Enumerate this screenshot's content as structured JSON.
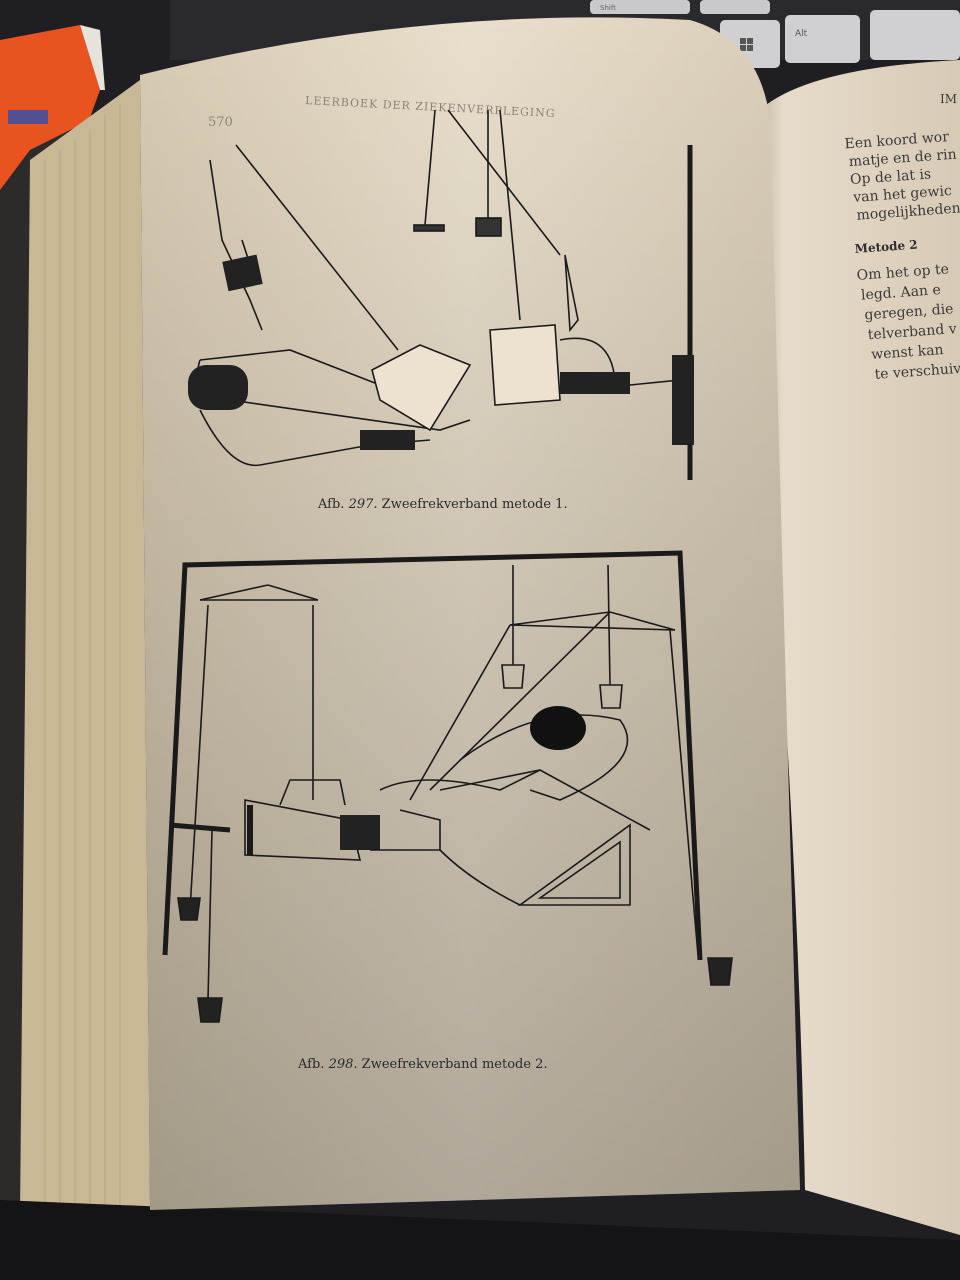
{
  "keyboard": {
    "keys": [
      "Shift",
      "Alt"
    ],
    "icon": "windows-logo"
  },
  "left_page": {
    "page_number": "570",
    "running_head": "LEERBOEK DER ZIEKENVERPLEGING",
    "figure_297": {
      "label": "Afb.",
      "number": "297.",
      "caption": "Zweefrekverband metode 1."
    },
    "figure_298": {
      "label": "Afb.",
      "number": "298.",
      "caption": "Zweefrekverband metode 2."
    }
  },
  "right_page": {
    "running_head": "IM",
    "paragraph_1": [
      "Een koord wor",
      "matje en de rin",
      "Op de lat is",
      "van het gewic",
      "mogelijkheden"
    ],
    "heading": "Metode 2",
    "paragraph_2": [
      "Om het op te",
      "legd. Aan e",
      "geregen, die",
      "telverband v",
      "wenst kan",
      "te verschuiv"
    ]
  },
  "colors": {
    "paper": "#ece2cf",
    "ink": "#1a1a1a",
    "desk": "#1f1e22",
    "book_cover": "#e8531f"
  }
}
